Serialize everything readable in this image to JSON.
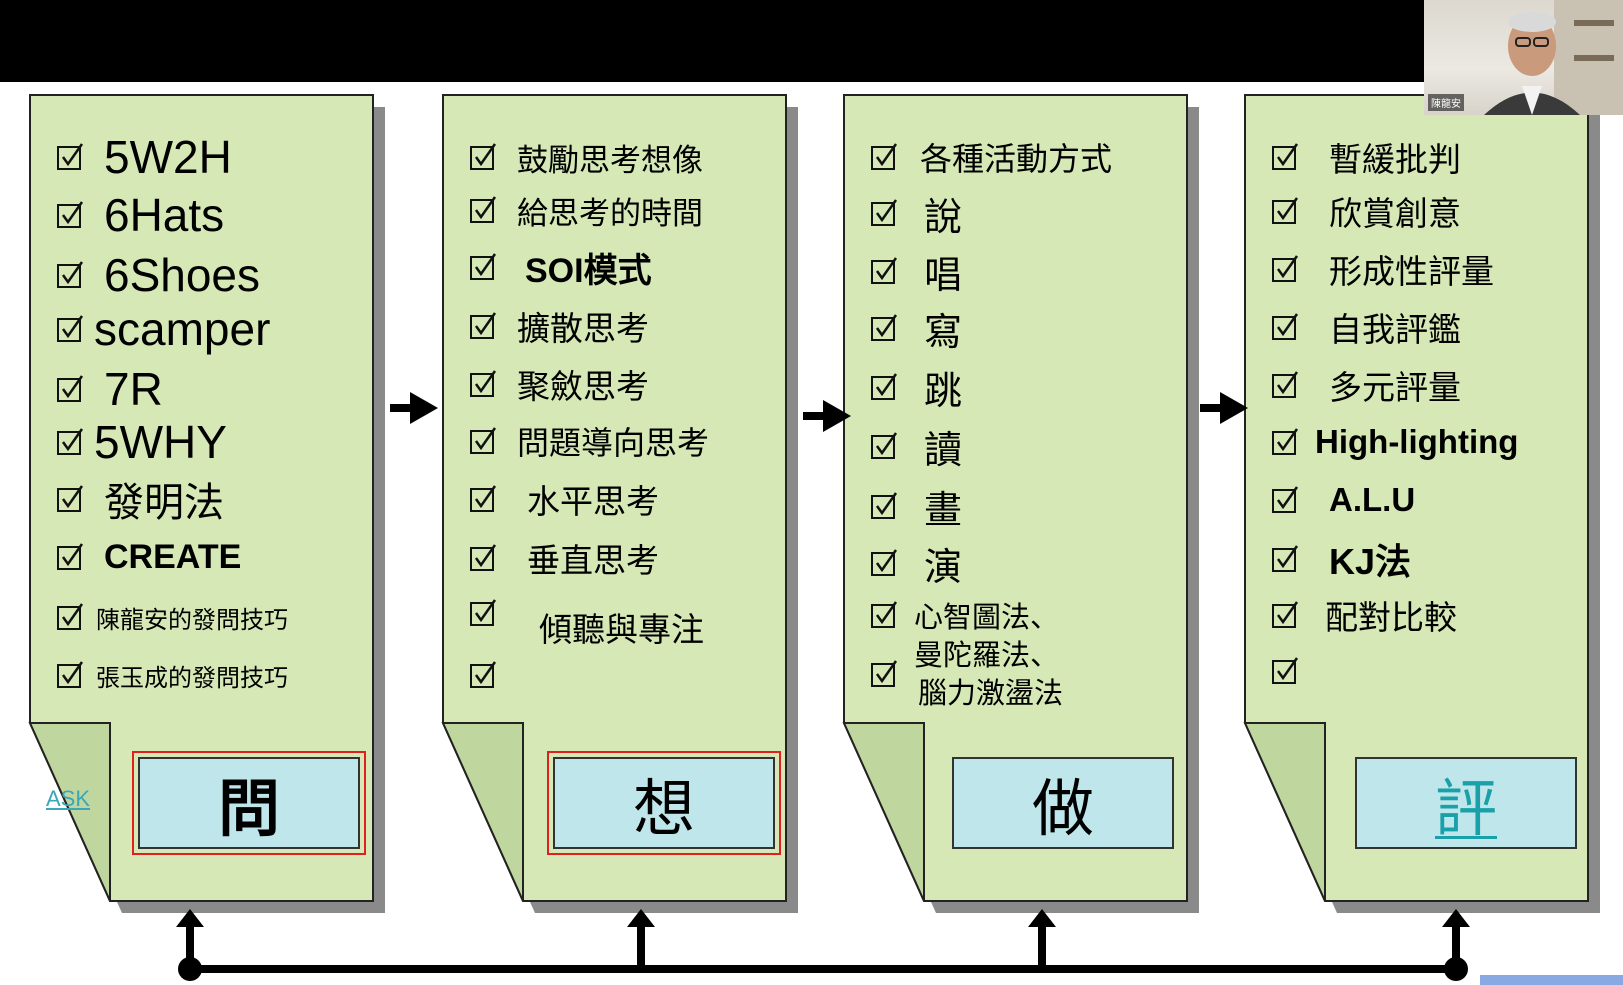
{
  "slide": {
    "panels": [
      {
        "id": "ask",
        "big_label": "問",
        "items": [
          "5W2H",
          "6Hats",
          "6Shoes",
          "scamper",
          "7R",
          "5WHY",
          "發明法",
          "CREATE",
          "陳龍安的發問技巧",
          "張玉成的發問技巧"
        ]
      },
      {
        "id": "think",
        "big_label": "想",
        "items": [
          "鼓勵思考想像",
          "給思考的時間",
          "SOI模式",
          "擴散思考",
          "聚斂思考",
          "問題導向思考",
          "水平思考",
          "垂直思考",
          "傾聽與專注",
          ""
        ]
      },
      {
        "id": "do",
        "big_label": "做",
        "items": [
          "各種活動方式",
          "說",
          "唱",
          "寫",
          "跳",
          "讀",
          "畫",
          "演",
          "心智圖法、",
          "曼陀羅法、",
          "腦力激盪法"
        ]
      },
      {
        "id": "evaluate",
        "big_label": "評",
        "items": [
          "暫緩批判",
          "欣賞創意",
          "形成性評量",
          "自我評鑑",
          "多元評量",
          "High-lighting",
          "A.L.U",
          "KJ法",
          "配對比較",
          ""
        ]
      }
    ],
    "ask_link": "ASK"
  },
  "webcam": {
    "name": "陳龍安"
  },
  "colors": {
    "panel_fill": "#d6e8b6",
    "box_fill": "#bfe6ea",
    "teal": "#1aa0a8",
    "red_outline": "#e02020"
  }
}
